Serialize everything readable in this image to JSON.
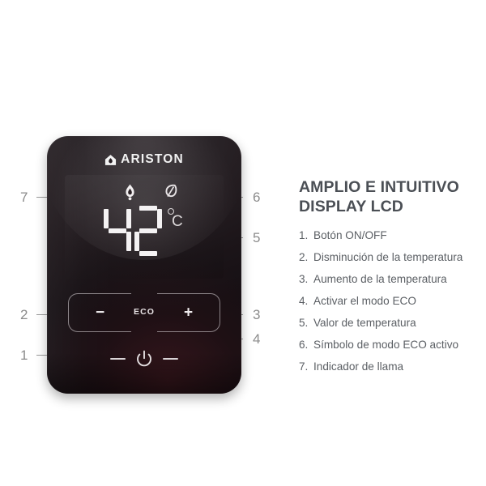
{
  "background_color": "#ffffff",
  "device": {
    "brand": "ARISTON",
    "brand_icon": "ariston-house-icon",
    "body_color": "#241d21",
    "display": {
      "flame_icon": "flame-icon",
      "eco_leaf_icon": "leaf-icon",
      "temperature_value": "42",
      "unit": "C",
      "unit_symbol": "°C",
      "segment_color": "#f4f2f3"
    },
    "controls": {
      "minus_label": "−",
      "plus_label": "+",
      "eco_label": "ECO",
      "power_icon": "power-icon",
      "power_dash_left": "dash",
      "power_dash_right": "dash"
    }
  },
  "callouts": [
    {
      "number": "7",
      "side": "left",
      "target": "flame-indicator"
    },
    {
      "number": "2",
      "side": "left",
      "target": "minus-button"
    },
    {
      "number": "1",
      "side": "left",
      "target": "power-button"
    },
    {
      "number": "6",
      "side": "right",
      "target": "eco-leaf-icon"
    },
    {
      "number": "5",
      "side": "right",
      "target": "temperature-value"
    },
    {
      "number": "3",
      "side": "right",
      "target": "plus-button"
    },
    {
      "number": "4",
      "side": "right",
      "target": "eco-button"
    }
  ],
  "panel": {
    "heading_line1": "AMPLIO E INTUITIVO",
    "heading_line2": "DISPLAY LCD",
    "heading_color": "#4b4f55",
    "text_color": "#5b5f64",
    "features": [
      {
        "num": "1.",
        "text": "Botón ON/OFF"
      },
      {
        "num": "2.",
        "text": "Disminución de la temperatura"
      },
      {
        "num": "3.",
        "text": "Aumento de la temperatura"
      },
      {
        "num": "4.",
        "text": "Activar el modo ECO"
      },
      {
        "num": "5.",
        "text": "Valor de temperatura"
      },
      {
        "num": "6.",
        "text": "Símbolo de modo ECO activo"
      },
      {
        "num": "7.",
        "text": "Indicador de llama"
      }
    ]
  }
}
